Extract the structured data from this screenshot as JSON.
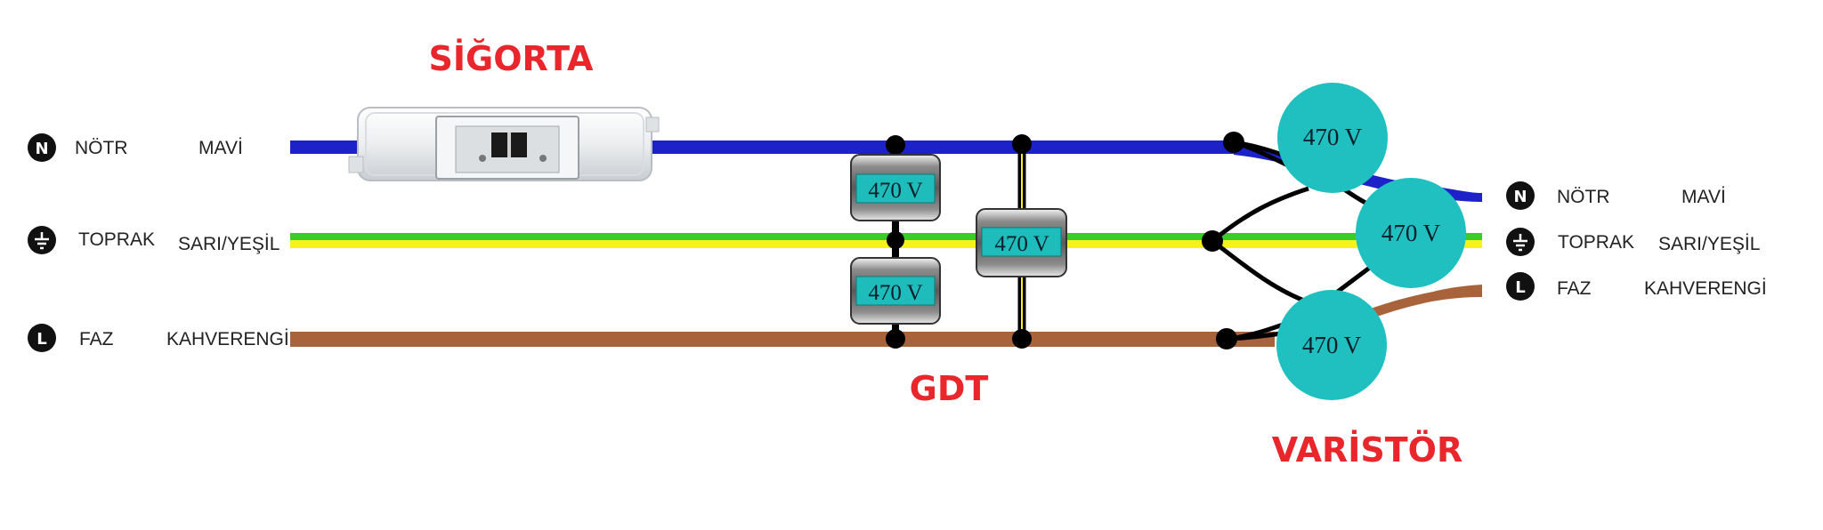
{
  "titles": {
    "fuse": "SİĞORTA",
    "gdt": "GDT",
    "varistor": "VARİSTÖR"
  },
  "left_lines": {
    "neutral": {
      "symbol": "N",
      "name": "NÖTR",
      "color": "MAVİ"
    },
    "earth": {
      "name": "TOPRAK",
      "color": "SARI/YEŞİL"
    },
    "phase": {
      "symbol": "L",
      "name": "FAZ",
      "color": "KAHVERENGİ"
    }
  },
  "right_lines": {
    "neutral": {
      "symbol": "N",
      "name": "NÖTR",
      "color": "MAVİ"
    },
    "earth": {
      "name": "TOPRAK",
      "color": "SARI/YEŞİL"
    },
    "phase": {
      "symbol": "L",
      "name": "FAZ",
      "color": "KAHVERENGİ"
    }
  },
  "gdt": {
    "top_label": "470 V",
    "bottom_label": "470 V",
    "right_label": "470 V"
  },
  "varistors": {
    "top_label": "470 V",
    "right_label": "470 V",
    "bottom_label": "470 V"
  },
  "colors": {
    "neutral_wire": "#1c22c8",
    "earth_green": "#3ccc2a",
    "earth_yellow": "#f7f21c",
    "phase_wire": "#a8633b",
    "title_red": "#e8262b",
    "varistor_fill": "#20c0c0",
    "gdt_window": "#1fbcbc",
    "symbol_fill": "#111111"
  }
}
